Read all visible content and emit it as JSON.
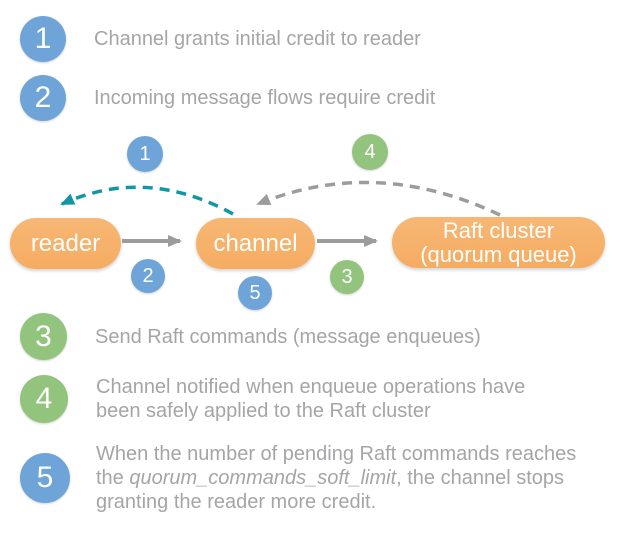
{
  "colors": {
    "step_blue": "#6EA4D8",
    "step_green": "#93C47D",
    "node_orange": "#F6B06A",
    "arrow_gray": "#9C9C9C",
    "credit_teal": "#1295A5",
    "legend_text_gray": "#A5A5A8"
  },
  "legend_top": [
    {
      "number": "1",
      "color": "blue",
      "text": "Channel grants initial credit to reader"
    },
    {
      "number": "2",
      "color": "blue",
      "text": "Incoming message flows require credit"
    }
  ],
  "diagram": {
    "nodes": [
      {
        "label": "reader"
      },
      {
        "label": "channel"
      },
      {
        "label_line1": "Raft cluster",
        "label_line2": "(quorum queue)"
      }
    ],
    "badges": [
      {
        "number": "1",
        "color": "blue"
      },
      {
        "number": "2",
        "color": "blue"
      },
      {
        "number": "3",
        "color": "green"
      },
      {
        "number": "4",
        "color": "green"
      },
      {
        "number": "5",
        "color": "blue"
      }
    ],
    "arrows": [
      {
        "name": "credit-grant-arc",
        "style": "dashed-teal",
        "from": "channel",
        "to": "reader"
      },
      {
        "name": "applied-notification-arc",
        "style": "dashed-gray",
        "from": "raft-cluster",
        "to": "channel"
      },
      {
        "name": "reader-to-channel",
        "style": "solid-gray",
        "from": "reader",
        "to": "channel"
      },
      {
        "name": "channel-to-raft",
        "style": "solid-gray",
        "from": "channel",
        "to": "raft-cluster"
      }
    ]
  },
  "legend_bottom": [
    {
      "number": "3",
      "color": "green",
      "text": "Send Raft commands (message enqueues)"
    },
    {
      "number": "4",
      "color": "green",
      "text": "Channel notified when enqueue operations have been safely applied to the Raft cluster"
    },
    {
      "number": "5",
      "color": "blue",
      "text_before": "When the number of pending Raft commands reaches the ",
      "text_italic": "quorum_commands_soft_limit",
      "text_after": ", the channel stops granting the reader more credit."
    }
  ]
}
